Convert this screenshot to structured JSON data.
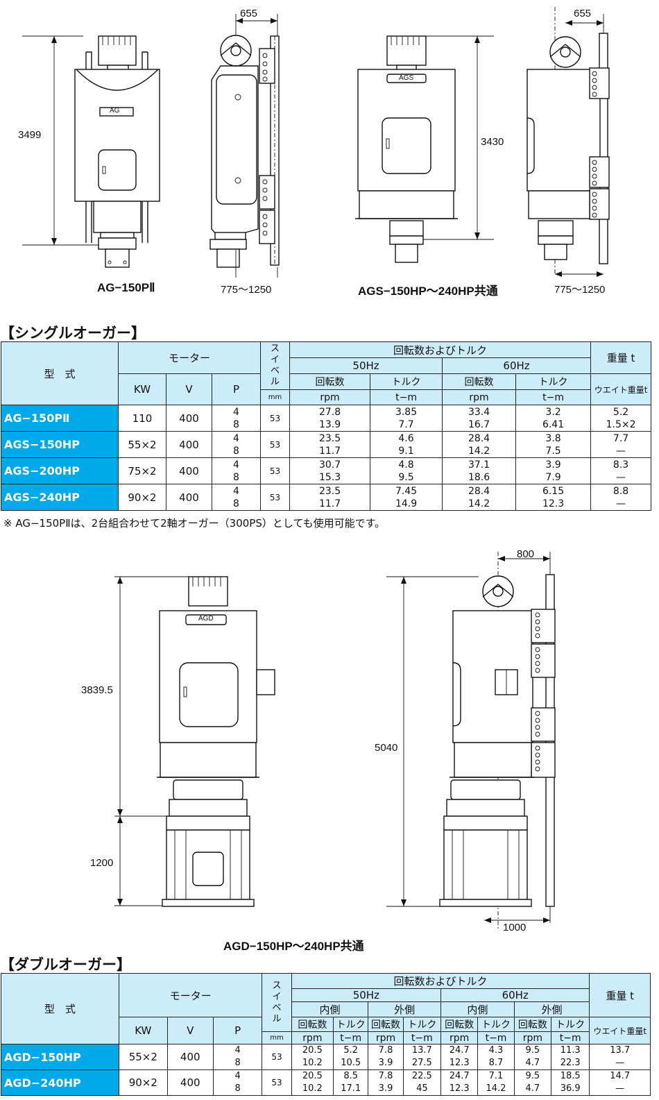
{
  "drawings_top": {
    "ag150": {
      "caption": "AG−150PⅡ",
      "height": "3499",
      "width": "655",
      "range": "775〜1250",
      "label": "AG"
    },
    "ags": {
      "caption": "AGS−150HP〜240HP共通",
      "height": "3430",
      "width": "655",
      "range": "775〜1250",
      "label": "AGS"
    }
  },
  "single": {
    "title": "【シングルオーガー】",
    "headers": {
      "model": "型　式",
      "motor": "モーター",
      "kw": "KW",
      "v": "V",
      "p": "P",
      "swivel": "スイベル",
      "mm": "mm",
      "rot": "回転数およびトルク",
      "hz50": "50Hz",
      "hz60": "60Hz",
      "rpm_label": "回転数",
      "torque_label": "トルク",
      "rpm": "rpm",
      "tm": "t−m",
      "weight": "重量  t",
      "weight2": "ウエイト重量t"
    },
    "rows": [
      {
        "model": "AG−150PⅡ",
        "kw": "110",
        "v": "400",
        "p": "4\n8",
        "swivel": "53",
        "rpm50": "27.8\n13.9",
        "tq50": "3.85\n7.7",
        "rpm60": "33.4\n16.7",
        "tq60": "3.2\n6.41",
        "wt": "5.2\n1.5×2"
      },
      {
        "model": "AGS−150HP",
        "kw": "55×2",
        "v": "400",
        "p": "4\n8",
        "swivel": "53",
        "rpm50": "23.5\n11.7",
        "tq50": "4.6\n9.1",
        "rpm60": "28.4\n14.2",
        "tq60": "3.8\n7.5",
        "wt": "7.7\n—"
      },
      {
        "model": "AGS−200HP",
        "kw": "75×2",
        "v": "400",
        "p": "4\n8",
        "swivel": "53",
        "rpm50": "30.7\n15.3",
        "tq50": "4.8\n9.5",
        "rpm60": "37.1\n18.6",
        "tq60": "3.9\n7.9",
        "wt": "8.3\n—"
      },
      {
        "model": "AGS−240HP",
        "kw": "90×2",
        "v": "400",
        "p": "4\n8",
        "swivel": "53",
        "rpm50": "23.5\n11.7",
        "tq50": "7.45\n14.9",
        "rpm60": "28.4\n14.2",
        "tq60": "6.15\n12.3",
        "wt": "8.8\n—"
      }
    ],
    "note": "※  AG−150PⅡは、2台組合わせて2軸オーガー（300PS）としても使用可能です。"
  },
  "drawings_mid": {
    "caption": "AGD−150HP〜240HP共通",
    "label": "AGD",
    "front_height": "3839.5",
    "front_lower": "1200",
    "side_height": "5040",
    "side_width": "800",
    "side_bottom": "1000"
  },
  "double": {
    "title": "【ダブルオーガー】",
    "headers": {
      "inner": "内側",
      "outer": "外側"
    },
    "rows": [
      {
        "model": "AGD−150HP",
        "kw": "55×2",
        "v": "400",
        "p": "4\n8",
        "swivel": "53",
        "v50": [
          "20.5\n10.2",
          "5.2\n10.5",
          "7.8\n3.9",
          "13.7\n27.5"
        ],
        "v60": [
          "24.7\n12.3",
          "4.3\n8.7",
          "9.5\n4.7",
          "11.3\n22.3"
        ],
        "wt": "13.7\n—"
      },
      {
        "model": "AGD−240HP",
        "kw": "90×2",
        "v": "400",
        "p": "4\n8",
        "swivel": "53",
        "v50": [
          "20.5\n10.2",
          "8.5\n17.1",
          "7.8\n3.9",
          "22.5\n45"
        ],
        "v60": [
          "24.7\n12.3",
          "7.1\n14.2",
          "9.5\n4.7",
          "18.5\n36.9"
        ],
        "wt": "14.7\n—"
      }
    ]
  }
}
